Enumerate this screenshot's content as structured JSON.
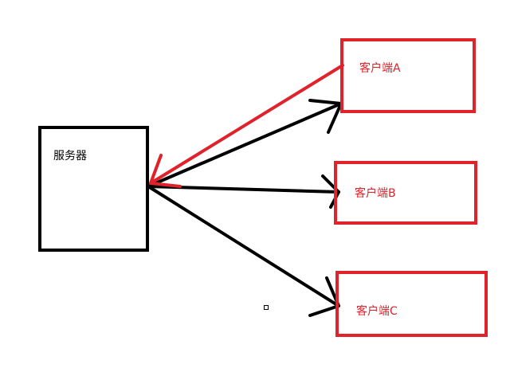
{
  "colors": {
    "server_stroke": "#000000",
    "client_stroke": "#e0222a",
    "arrow_black": "#000000",
    "arrow_red": "#e0222a",
    "background": "#ffffff"
  },
  "server": {
    "label": "服务器"
  },
  "clients": [
    {
      "id": "A",
      "label": "客户端A"
    },
    {
      "id": "B",
      "label": "客户端B"
    },
    {
      "id": "C",
      "label": "客户端C"
    }
  ],
  "edges": [
    {
      "from": "服务器",
      "to": "客户端A",
      "color": "black",
      "direction": "server-to-client"
    },
    {
      "from": "服务器",
      "to": "客户端B",
      "color": "black",
      "direction": "server-to-client"
    },
    {
      "from": "服务器",
      "to": "客户端C",
      "color": "black",
      "direction": "server-to-client"
    },
    {
      "from": "客户端A",
      "to": "服务器",
      "color": "red",
      "direction": "client-to-server"
    }
  ]
}
